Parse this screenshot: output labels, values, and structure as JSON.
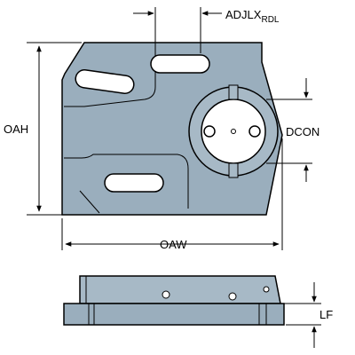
{
  "labels": {
    "adjlx": "ADJLX",
    "adjlx_sub": "RDL",
    "oah": "OAH",
    "dcon": "DCON",
    "oaw": "OAW",
    "lf": "LF"
  },
  "colors": {
    "part_fill": "#9aaebd",
    "part_dark": "#7f94a3",
    "part_light": "#b9c8d3",
    "outline": "#000000",
    "hole_fill": "#ffffff",
    "background": "#ffffff"
  }
}
